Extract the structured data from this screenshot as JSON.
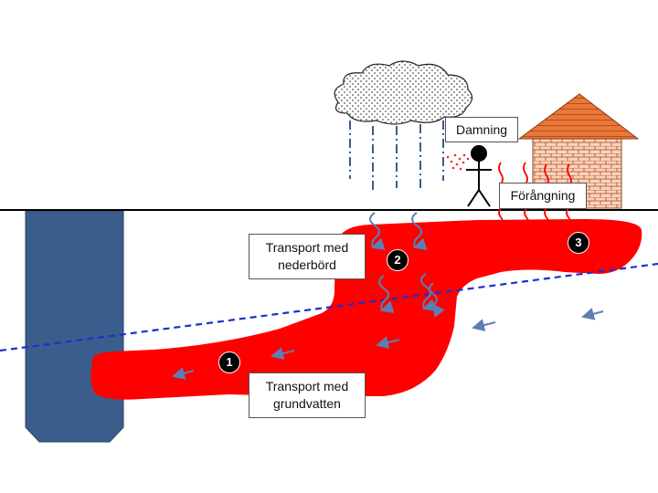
{
  "labels": {
    "damning": "Damning",
    "forangning": "Förångning",
    "transport_nederbord": [
      "Transport med",
      "nederbörd"
    ],
    "transport_grundvatten": [
      "Transport med",
      "grundvatten"
    ]
  },
  "markers": [
    "1",
    "2",
    "3"
  ],
  "colors": {
    "plume": "#ff0000",
    "well": "#3b5d8c",
    "groundwater_table": "#1a2fd6",
    "flow_arrow": "#5b7fb5",
    "roof": "#e8773a",
    "brick": "#f4d6b8",
    "ground_line": "#000000"
  },
  "icons": [
    "rain-cloud-icon",
    "stick-figure-icon",
    "house-icon",
    "well-icon",
    "flow-arrow-icon",
    "evaporation-wave-icon"
  ]
}
